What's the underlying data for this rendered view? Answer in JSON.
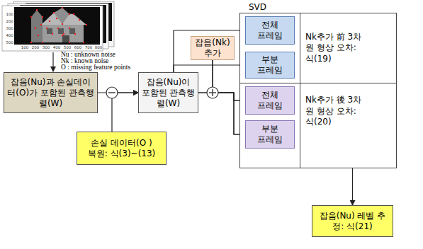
{
  "diagram": {
    "nodes": [
      {
        "text": [
          "잡음(Nu)과 손실데이터(O)가 포함된 관측행렬(W)"
        ]
      },
      {
        "text": [
          "손실 데이터(O ) 복원: 식(3)~(13)"
        ]
      },
      {
        "text": [
          "잡음(Nu)이 포함된 관측행렬(W)"
        ]
      },
      {
        "text": [
          "잡음(Nk) 추가"
        ]
      },
      {
        "text": [
          "SVD"
        ]
      },
      {
        "text": [
          "Nk추가 前 3차원 형상 오차: 식(19)"
        ],
        "in": 4
      },
      {
        "text": [
          "전체 프레임"
        ],
        "in": 5
      },
      {
        "text": [
          "부분 프레임"
        ],
        "in": 5
      },
      {
        "text": [
          "Nk추가 後 3차원 형상 오차: 식(20)"
        ],
        "in": 4
      },
      {
        "text": [
          "전체 프레임"
        ],
        "in": 8
      },
      {
        "text": [
          "부분 프레임"
        ],
        "in": 8
      },
      {
        "text": [
          "잡음(Nu) 레벨 추정: 식(21)"
        ]
      }
    ],
    "edges": [
      {
        "from": 0,
        "to": 2,
        "arrow": "to"
      },
      {
        "from": 1,
        "to": 2,
        "arrow": "to"
      },
      {
        "from": 2,
        "to": 6,
        "arrow": "to"
      },
      {
        "from": 2,
        "to": 7,
        "arrow": "to"
      },
      {
        "from": 2,
        "to": 9,
        "arrow": "to"
      },
      {
        "from": 2,
        "to": 10,
        "arrow": "to"
      },
      {
        "from": 3,
        "to": 9,
        "arrow": "to"
      },
      {
        "from": 3,
        "to": 10,
        "arrow": "to"
      },
      {
        "from": 4,
        "to": 11,
        "arrow": "to"
      }
    ],
    "labels": [
      "Nu : unknown noise",
      "Nk : known noise",
      "O : missing feature points",
      "100",
      "200",
      "300",
      "400",
      "500",
      "600",
      "700",
      "800",
      "100",
      "200",
      "300",
      "400",
      "500"
    ]
  }
}
